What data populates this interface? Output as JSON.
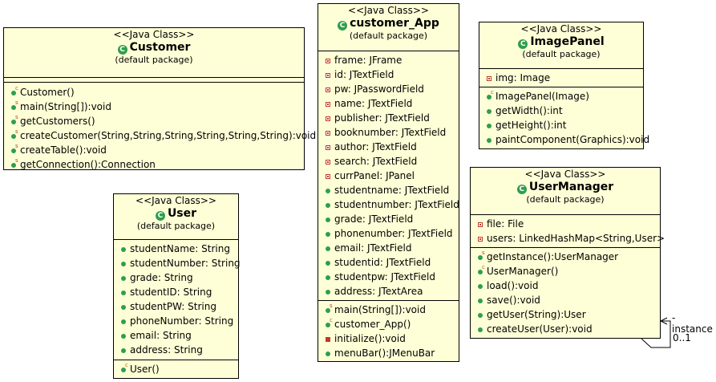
{
  "stereotype": "<<Java Class>>",
  "package": "(default package)",
  "customer": {
    "name": "Customer",
    "methods": [
      "Customer()",
      "main(String[]):void",
      "getCustomers()",
      "createCustomer(String,String,String,String,String,String):void",
      "createTable():void",
      "getConnection():Connection"
    ]
  },
  "user": {
    "name": "User",
    "fields": [
      "studentName: String",
      "studentNumber: String",
      "grade: String",
      "studentID: String",
      "studentPW: String",
      "phoneNumber: String",
      "email: String",
      "address: String"
    ],
    "methods": [
      "User()"
    ]
  },
  "customer_app": {
    "name": "customer_App",
    "fields": [
      "frame: JFrame",
      "id: JTextField",
      "pw: JPasswordField",
      "name: JTextField",
      "publisher: JTextField",
      "booknumber: JTextField",
      "author: JTextField",
      "search: JTextField",
      "currPanel: JPanel",
      "studentname: JTextField",
      "studentnumber: JTextField",
      "grade: JTextField",
      "phonenumber: JTextField",
      "email: JTextField",
      "studentid: JTextField",
      "studentpw: JTextField",
      "address: JTextArea"
    ],
    "methods": [
      "main(String[]):void",
      "customer_App()",
      "initialize():void",
      "menuBar():JMenuBar"
    ]
  },
  "imagepanel": {
    "name": "ImagePanel",
    "fields": [
      "img: Image"
    ],
    "methods": [
      "ImagePanel(Image)",
      "getWidth():int",
      "getHeight():int",
      "paintComponent(Graphics):void"
    ]
  },
  "usermanager": {
    "name": "UserManager",
    "fields": [
      "file: File",
      "users: LinkedHashMap<String,User>"
    ],
    "methods": [
      "getInstance():UserManager",
      "UserManager()",
      "load():void",
      "save():void",
      "getUser(String):User",
      "createUser(User):void"
    ]
  },
  "association": {
    "role": "-instance",
    "multiplicity": "0..1"
  },
  "colors": {
    "class_fill": "#ffffd7",
    "public": "#2e9e4f",
    "private": "#c0392b"
  }
}
